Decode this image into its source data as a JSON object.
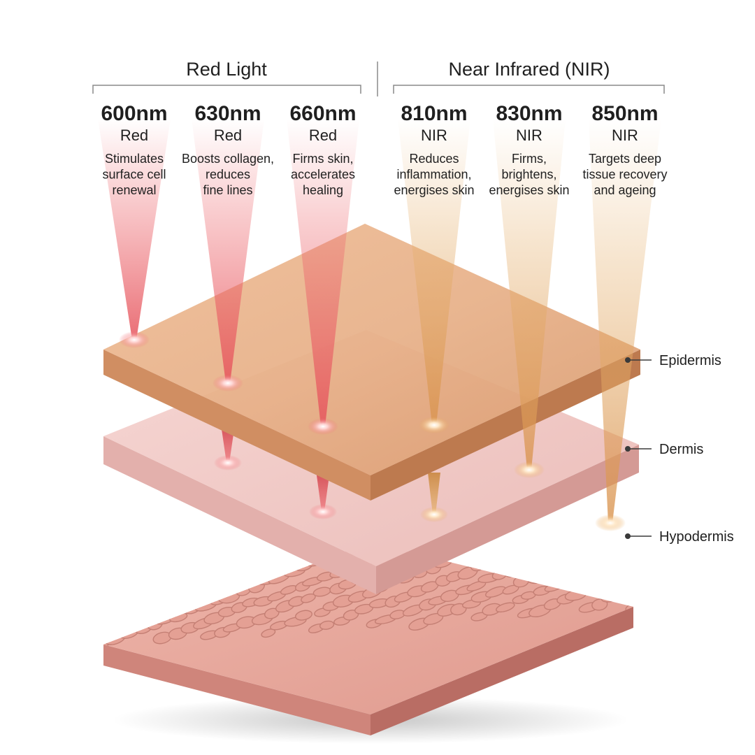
{
  "colors": {
    "red_beam": "#ee6f75",
    "nir_beam": "#e7b474",
    "epidermis_top": "#e3ab82",
    "epidermis_side": "#c98559",
    "dermis_top": "#f0cbc8",
    "dermis_side": "#dca39f",
    "hypodermis_top": "#e8a89c",
    "hypodermis_side": "#c97b72",
    "text": "#1f1f1f",
    "bracket": "#8a8a8a"
  },
  "groups": [
    {
      "title": "Red Light"
    },
    {
      "title": "Near Infrared (NIR)"
    }
  ],
  "wavelengths": [
    {
      "value": "600nm",
      "kind": "Red",
      "desc": [
        "Stimulates",
        "surface cell",
        "renewal"
      ],
      "beam": "red",
      "reaches": "epidermis"
    },
    {
      "value": "630nm",
      "kind": "Red",
      "desc": [
        "Boosts collagen,",
        "reduces",
        "fine lines"
      ],
      "beam": "red",
      "reaches": "dermis"
    },
    {
      "value": "660nm",
      "kind": "Red",
      "desc": [
        "Firms skin,",
        "accelerates",
        "healing"
      ],
      "beam": "red",
      "reaches": "dermis"
    },
    {
      "value": "810nm",
      "kind": "NIR",
      "desc": [
        "Reduces",
        "inflammation,",
        "energises skin"
      ],
      "beam": "nir",
      "reaches": "dermis"
    },
    {
      "value": "830nm",
      "kind": "NIR",
      "desc": [
        "Firms,",
        "brightens,",
        "energises skin"
      ],
      "beam": "nir",
      "reaches": "dermis"
    },
    {
      "value": "850nm",
      "kind": "NIR",
      "desc": [
        "Targets deep",
        "tissue recovery",
        "and ageing"
      ],
      "beam": "nir",
      "reaches": "hypodermis"
    }
  ],
  "layers": [
    {
      "label": "Epidermis"
    },
    {
      "label": "Dermis"
    },
    {
      "label": "Hypodermis"
    }
  ]
}
